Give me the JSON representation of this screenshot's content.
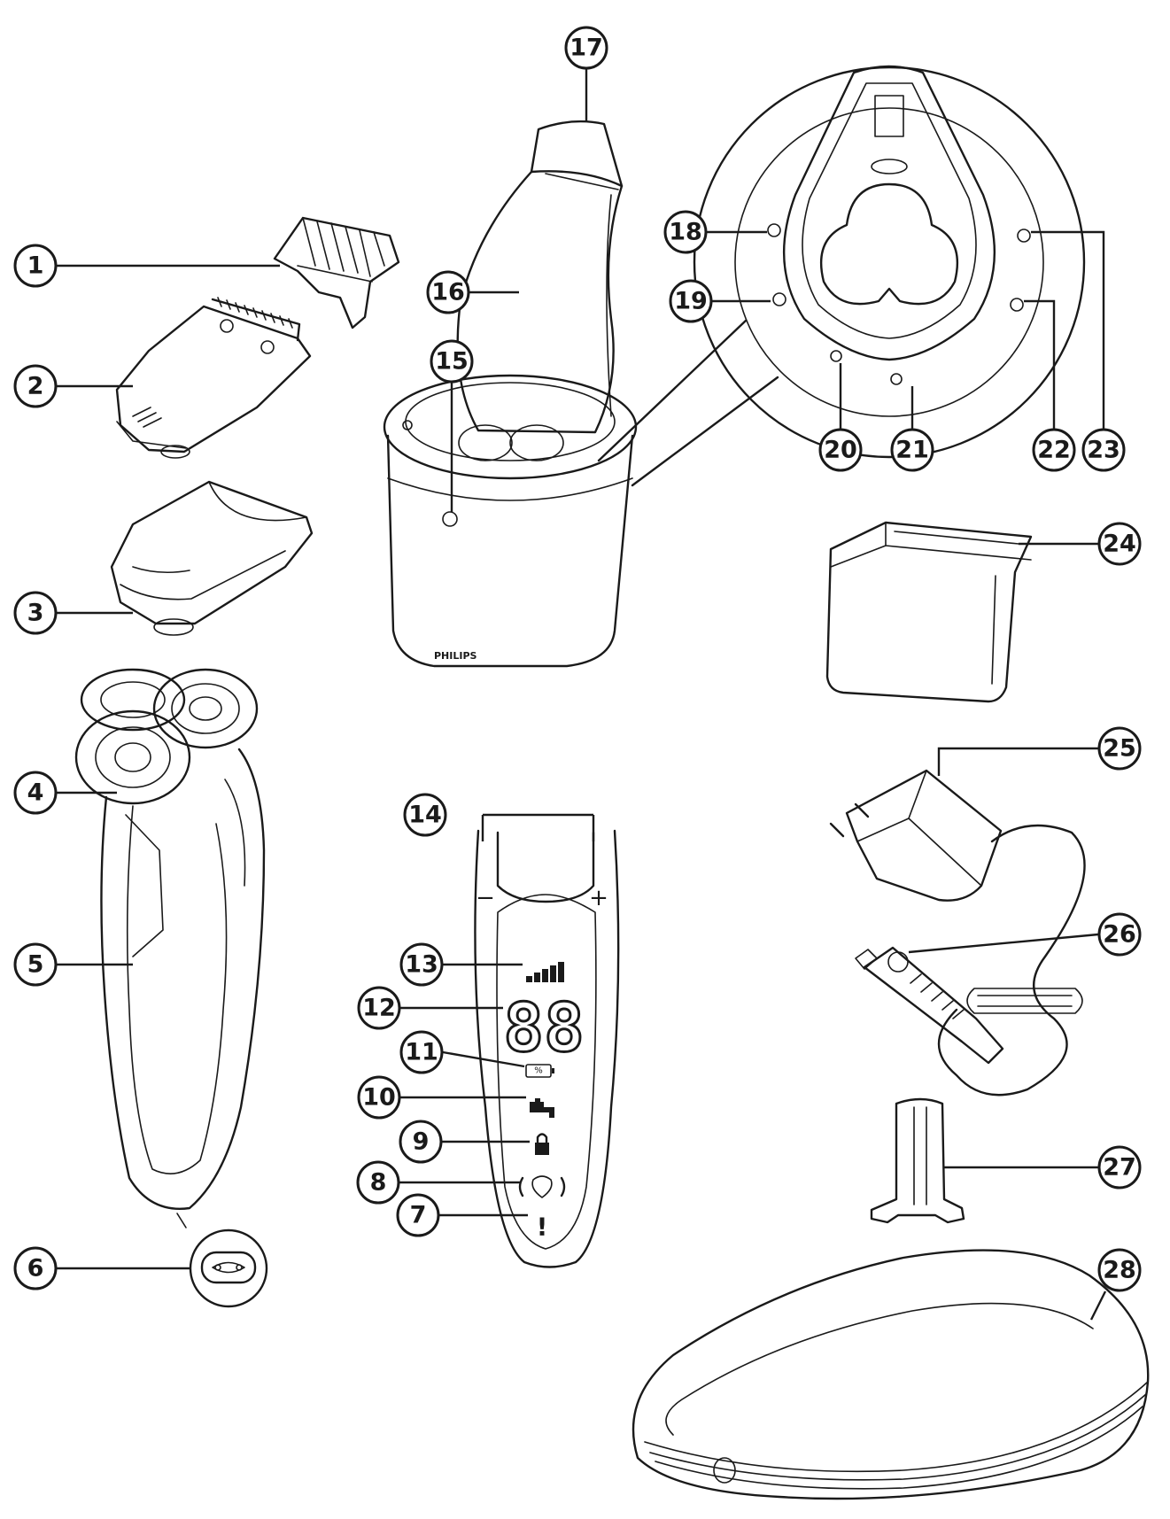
{
  "brand_text": "PHILIPS",
  "display": {
    "digits": "88",
    "minus": "−",
    "plus": "+",
    "battery_percent": "%",
    "warning": "!"
  },
  "callouts": [
    {
      "id": "c1",
      "label": "1"
    },
    {
      "id": "c2",
      "label": "2"
    },
    {
      "id": "c3",
      "label": "3"
    },
    {
      "id": "c4",
      "label": "4"
    },
    {
      "id": "c5",
      "label": "5"
    },
    {
      "id": "c6",
      "label": "6"
    },
    {
      "id": "c7",
      "label": "7"
    },
    {
      "id": "c8",
      "label": "8"
    },
    {
      "id": "c9",
      "label": "9"
    },
    {
      "id": "c10",
      "label": "10"
    },
    {
      "id": "c11",
      "label": "11"
    },
    {
      "id": "c12",
      "label": "12"
    },
    {
      "id": "c13",
      "label": "13"
    },
    {
      "id": "c14",
      "label": "14"
    },
    {
      "id": "c15",
      "label": "15"
    },
    {
      "id": "c16",
      "label": "16"
    },
    {
      "id": "c17",
      "label": "17"
    },
    {
      "id": "c18",
      "label": "18"
    },
    {
      "id": "c19",
      "label": "19"
    },
    {
      "id": "c20",
      "label": "20"
    },
    {
      "id": "c21",
      "label": "21"
    },
    {
      "id": "c22",
      "label": "22"
    },
    {
      "id": "c23",
      "label": "23"
    },
    {
      "id": "c24",
      "label": "24"
    },
    {
      "id": "c25",
      "label": "25"
    },
    {
      "id": "c26",
      "label": "26"
    },
    {
      "id": "c27",
      "label": "27"
    },
    {
      "id": "c28",
      "label": "28"
    }
  ]
}
